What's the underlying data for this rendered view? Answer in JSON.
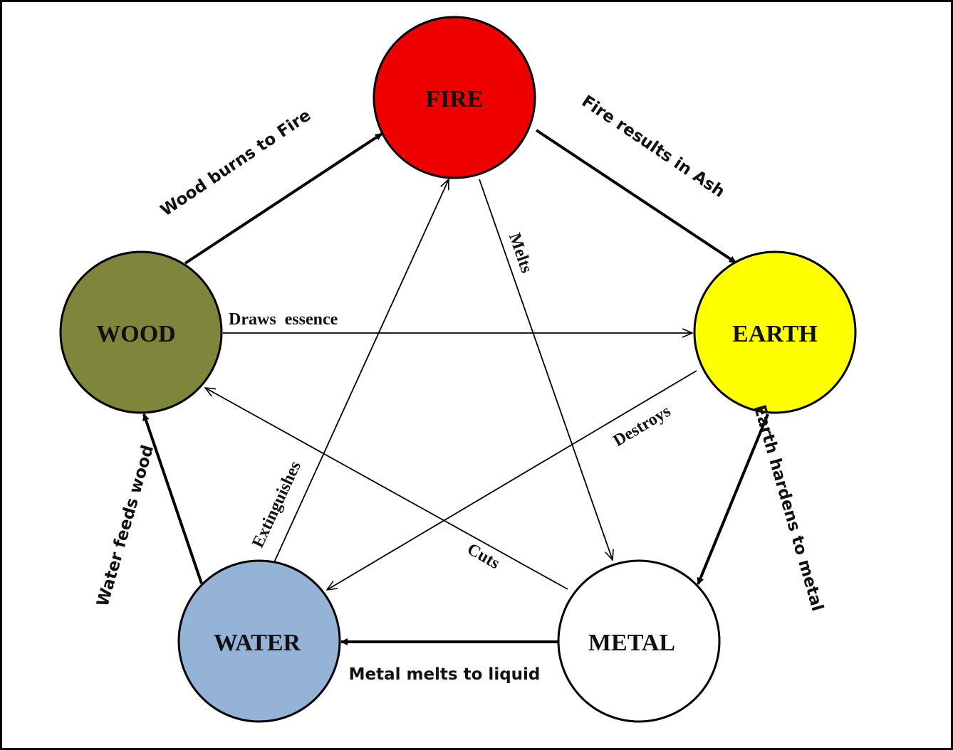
{
  "nodes": {
    "fire": {
      "label": "FIRE",
      "color": "#ee0000"
    },
    "earth": {
      "label": "EARTH",
      "color": "#ffff00"
    },
    "metal": {
      "label": "METAL",
      "color": "#ffffff"
    },
    "water": {
      "label": "WATER",
      "color": "#95b3d7"
    },
    "wood": {
      "label": "WOOD",
      "color": "#7f853a"
    }
  },
  "generating_cycle": [
    {
      "from": "wood",
      "to": "fire",
      "label": "Wood burns to Fire"
    },
    {
      "from": "fire",
      "to": "earth",
      "label": "Fire results in Ash"
    },
    {
      "from": "earth",
      "to": "metal",
      "label": "Earth hardens to metal"
    },
    {
      "from": "metal",
      "to": "water",
      "label": "Metal melts to liquid"
    },
    {
      "from": "water",
      "to": "wood",
      "label": "Water feeds wood"
    }
  ],
  "controlling_cycle": [
    {
      "from": "wood",
      "to": "earth",
      "label": "Draws  essence"
    },
    {
      "from": "fire",
      "to": "metal",
      "label": "Melts"
    },
    {
      "from": "earth",
      "to": "water",
      "label": "Destroys"
    },
    {
      "from": "water",
      "to": "fire",
      "label": "Extinguishes"
    },
    {
      "from": "metal",
      "to": "wood",
      "label": "Cuts"
    }
  ]
}
